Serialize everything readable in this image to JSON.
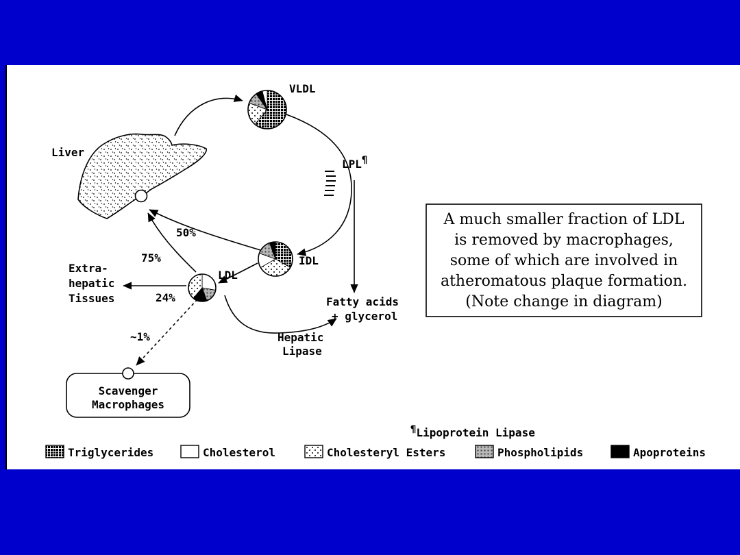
{
  "colors": {
    "background": "#0000cc",
    "slide": "#ffffff",
    "ink": "#000000"
  },
  "diagram": {
    "liver": "Liver",
    "vldl": "VLDL",
    "lpl": "LPL",
    "lpl_sup": "¶",
    "idl": "IDL",
    "ldl": "LDL",
    "pct_liver_from_idl": "50%",
    "pct_liver_from_ldl": "75%",
    "pct_extrahepatic": "24%",
    "pct_scavenger": "~1%",
    "extra_hepatic_line1": "Extra-",
    "extra_hepatic_line2": "hepatic",
    "extra_hepatic_line3": "Tissues",
    "fatty_line1": "Fatty acids",
    "fatty_line2": "+ glycerol",
    "hepatic_line1": "Hepatic",
    "hepatic_line2": "Lipase",
    "scavenger_line1": "Scavenger",
    "scavenger_line2": "Macrophages"
  },
  "note_box": {
    "line1": "A much smaller fraction of LDL",
    "line2": "is removed by macrophages,",
    "line3": "some of which are involved in",
    "line4": "atheromatous plaque formation.",
    "line5": "(Note change in diagram)"
  },
  "footnote": {
    "sup": "¶",
    "label": "Lipoprotein Lipase"
  },
  "legend": {
    "items": [
      {
        "label": "Triglycerides",
        "pattern": "dark-grid"
      },
      {
        "label": "Cholesterol",
        "pattern": "white"
      },
      {
        "label": "Cholesteryl Esters",
        "pattern": "stipple"
      },
      {
        "label": "Phospholipids",
        "pattern": "gray-dots"
      },
      {
        "label": "Apoproteins",
        "pattern": "black"
      }
    ]
  }
}
